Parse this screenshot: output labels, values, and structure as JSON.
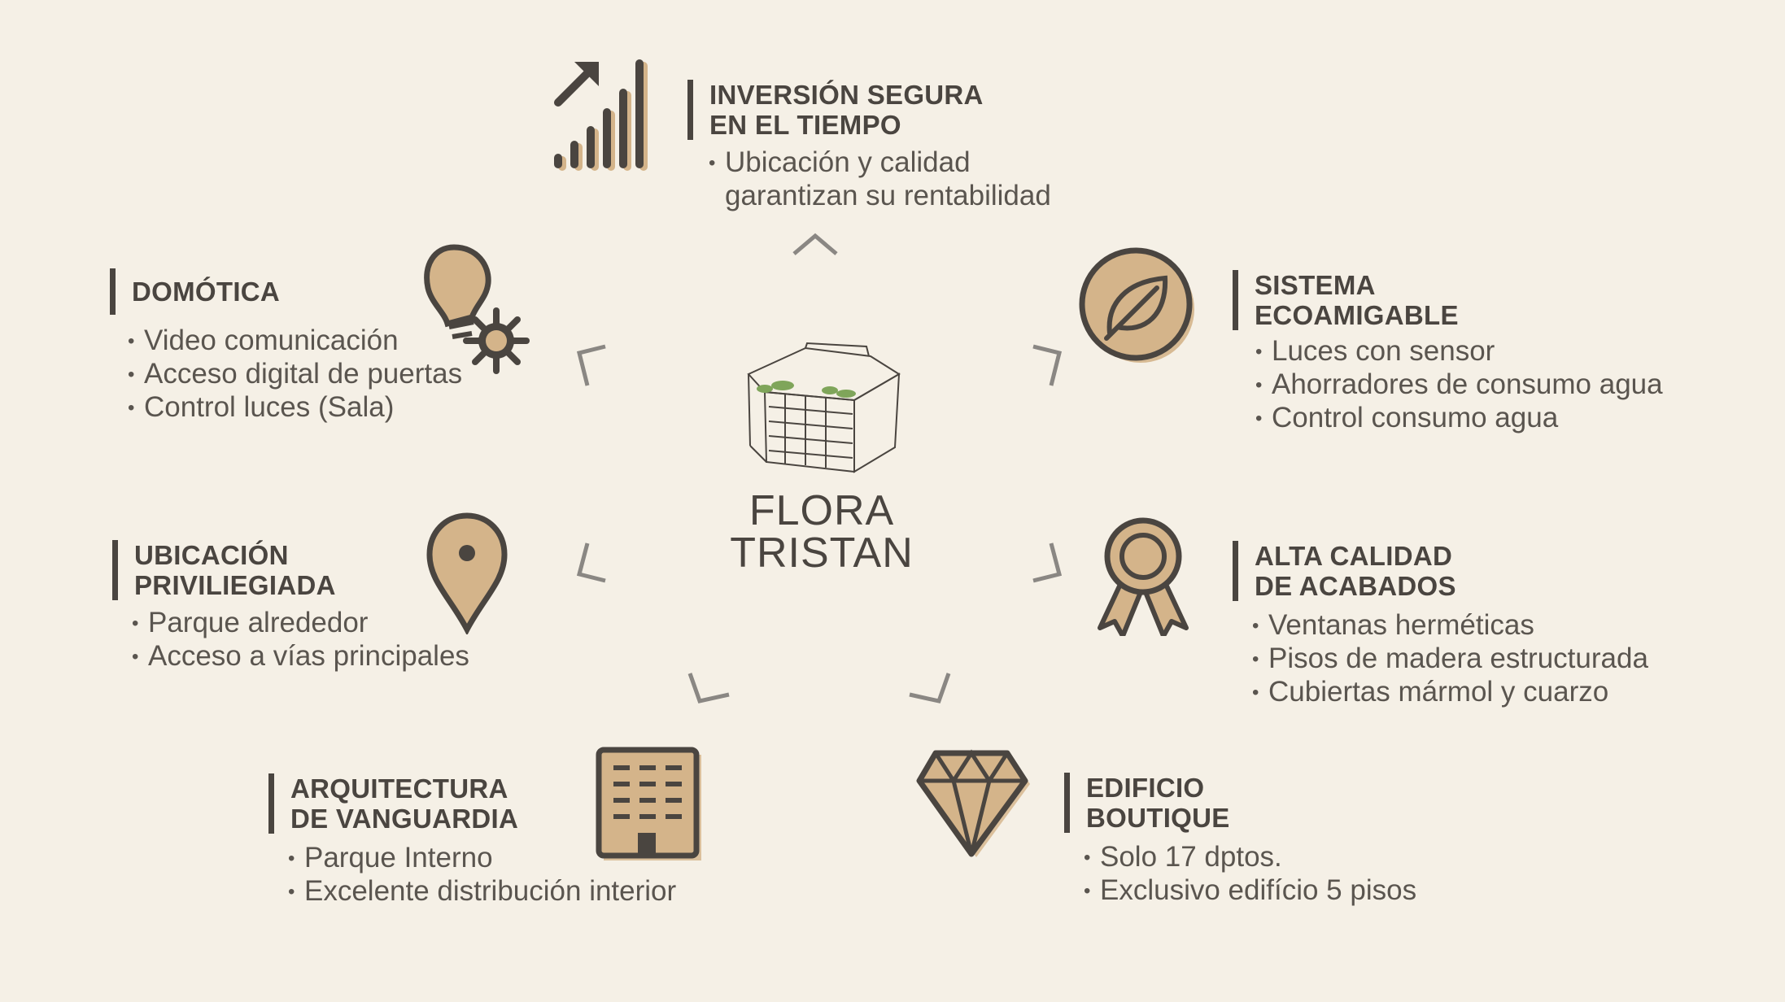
{
  "colors": {
    "background": "#f5f0e6",
    "dark": "#4a4540",
    "tan": "#d4b48a",
    "chevron": "#8a8783",
    "text": "#5a554f"
  },
  "center": {
    "title_line1": "FLORA",
    "title_line2": "TRISTAN",
    "icon": "building-sketch-icon"
  },
  "features": {
    "inversion": {
      "head1": "INVERSIÓN SEGURA",
      "head2": "EN EL TIEMPO",
      "bullets": [
        "Ubicación y calidad",
        "garantizan su rentabilidad"
      ],
      "icon": "growth-chart-icon"
    },
    "domotica": {
      "head1": "DOMÓTICA",
      "bullets": [
        "Video comunicación",
        "Acceso digital de puertas",
        "Control luces (Sala)"
      ],
      "icon": "smart-bulb-icon"
    },
    "sistema": {
      "head1": "SISTEMA",
      "head2": "ECOAMIGABLE",
      "bullets": [
        "Luces con sensor",
        "Ahorradores de consumo agua",
        "Control consumo agua"
      ],
      "icon": "leaf-icon"
    },
    "ubicacion": {
      "head1": "UBICACIÓN",
      "head2": "PRIVILIEGIADA",
      "bullets": [
        "Parque alrededor",
        "Acceso a vías principales"
      ],
      "icon": "location-pin-icon"
    },
    "calidad": {
      "head1": "ALTA CALIDAD",
      "head2": "DE ACABADOS",
      "bullets": [
        "Ventanas herméticas",
        "Pisos de madera estructurada",
        "Cubiertas mármol y cuarzo"
      ],
      "icon": "award-ribbon-icon"
    },
    "arquitectura": {
      "head1": "ARQUITECTURA",
      "head2": "DE VANGUARDIA",
      "bullets": [
        "Parque Interno",
        "Excelente distribución interior"
      ],
      "icon": "office-building-icon"
    },
    "edificio": {
      "head1": "EDIFICIO",
      "head2": "BOUTIQUE",
      "bullets": [
        "Solo 17 dptos.",
        "Exclusivo edifício 5 pisos"
      ],
      "icon": "diamond-icon"
    }
  }
}
